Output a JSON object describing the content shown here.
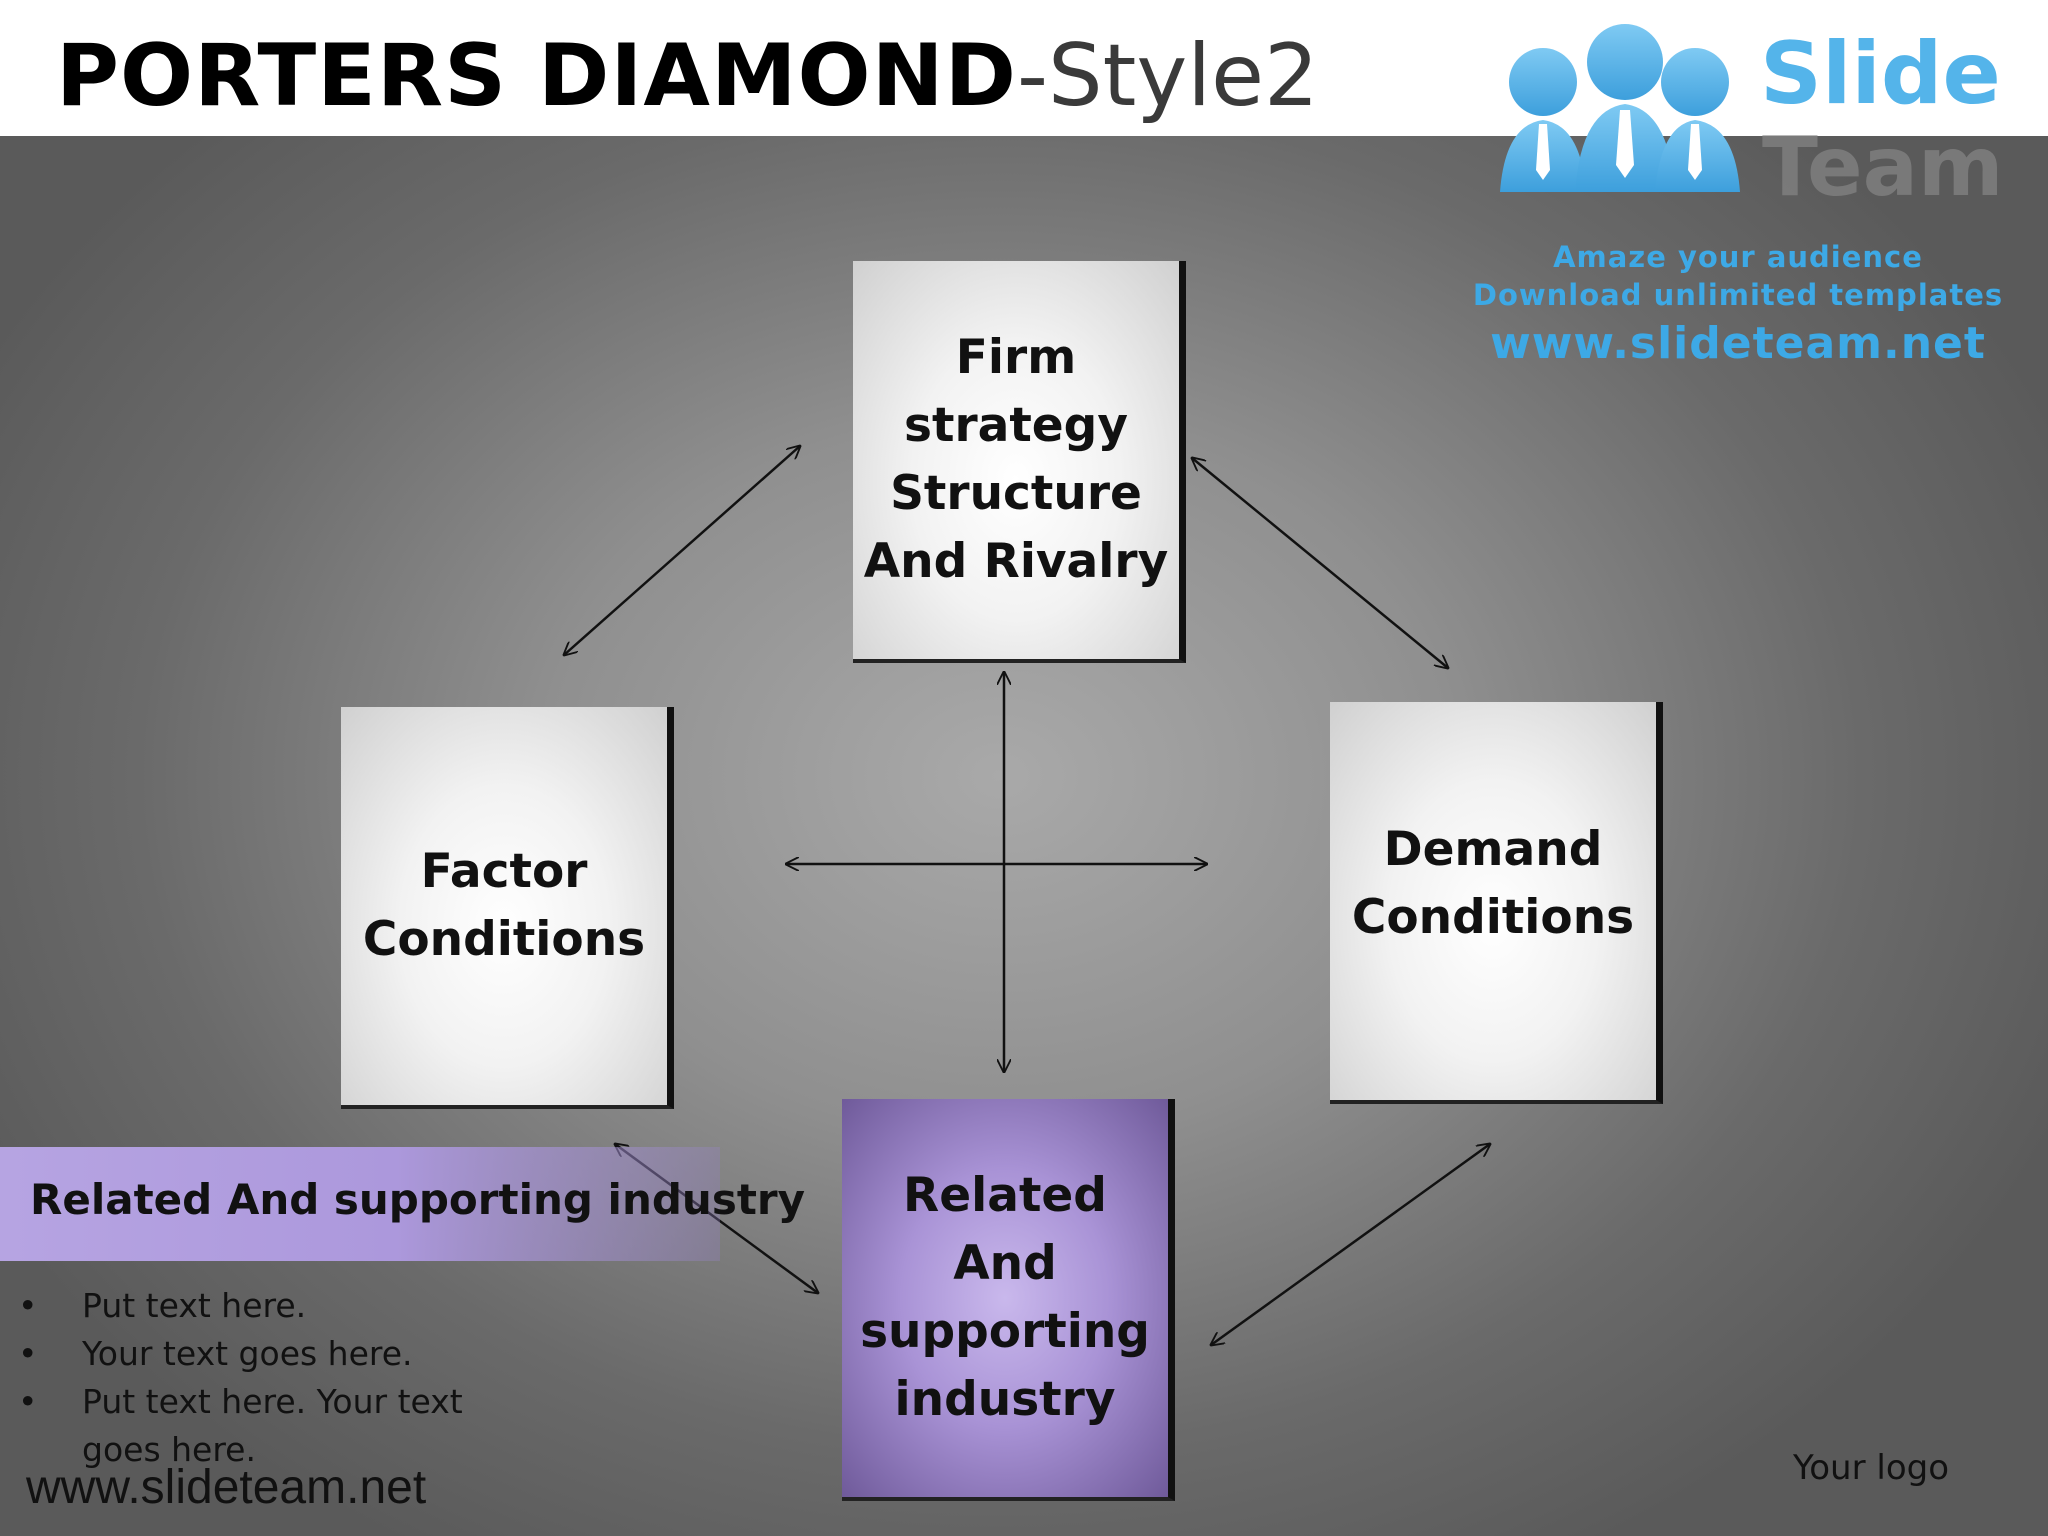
{
  "header": {
    "title_bold": "PORTERS DIAMOND",
    "title_light": "-Style2"
  },
  "logo": {
    "word1": "Slide",
    "word2": "Team",
    "tagline1": "Amaze your audience",
    "tagline2": "Download unlimited templates",
    "site": "www.slideteam.net"
  },
  "boxes": {
    "top": [
      "Firm",
      "strategy",
      "Structure",
      "And Rivalry"
    ],
    "left": [
      "Factor",
      "Conditions"
    ],
    "right": [
      "Demand",
      "Conditions"
    ],
    "bottom": [
      "Related",
      "And",
      "supporting",
      "industry"
    ]
  },
  "sidebar": {
    "title": "Related And supporting industry",
    "bullet_char": "•",
    "bullets": [
      "Put text here.",
      "Your text goes here.",
      "Put text here. Your text goes here."
    ]
  },
  "footer": {
    "url": "www.slideteam.net",
    "logo_placeholder": "Your logo"
  },
  "colors": {
    "accent_purple": "#ac98dc",
    "brand_blue": "#3da9e6"
  }
}
